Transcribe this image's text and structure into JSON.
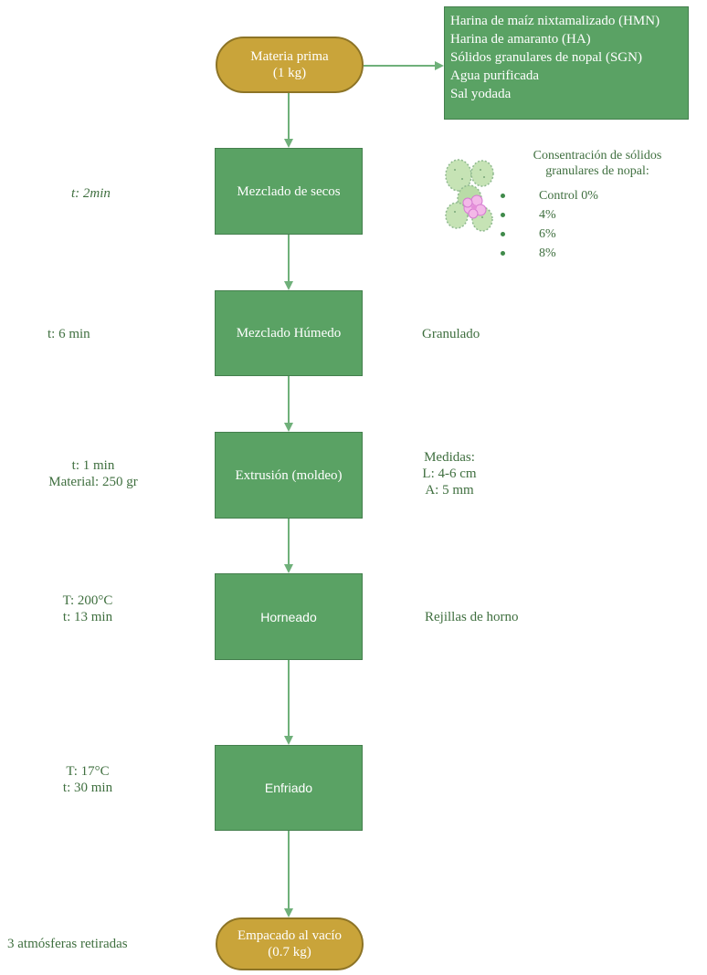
{
  "start": {
    "line1": "Materia prima",
    "line2": "(1 kg)"
  },
  "end": {
    "line1": "Empacado al vacío",
    "line2": "(0.7 kg)"
  },
  "ingredients": [
    "Harina de maíz nixtamalizado (HMN)",
    "Harina de amaranto (HA)",
    "Sólidos granulares de nopal (SGN)",
    "Agua purificada",
    "Sal yodada"
  ],
  "steps": [
    {
      "label": "Mezclado de secos",
      "left_notes": [
        "t: 2min"
      ]
    },
    {
      "label": "Mezclado Húmedo",
      "left_notes": [
        "t: 6 min"
      ],
      "right_notes": [
        "Granulado"
      ]
    },
    {
      "label": "Extrusión (moldeo)",
      "left_notes": [
        "t: 1 min",
        "Material: 250 gr"
      ],
      "right_notes": [
        "Medidas:",
        "L: 4-6 cm",
        "A: 5 mm"
      ]
    },
    {
      "label": "Horneado",
      "left_notes": [
        "T: 200°C",
        "t: 13 min"
      ],
      "right_notes": [
        "Rejillas de horno"
      ]
    },
    {
      "label": "Enfriado",
      "left_notes": [
        "T: 17°C",
        "t: 30 min"
      ]
    }
  ],
  "end_left_note": "3 atmósferas retiradas",
  "concentration": {
    "title1": "Consentración de sólidos",
    "title2": "granulares de nopal:",
    "items": [
      "Control 0%",
      "4%",
      "6%",
      "8%"
    ]
  },
  "colors": {
    "step_fill": "#5aa264",
    "terminal_fill": "#c9a43a",
    "arrow": "#6fb07a",
    "text_green": "#3f6f3f"
  },
  "icons": [
    "nopal-cactus-icon"
  ]
}
